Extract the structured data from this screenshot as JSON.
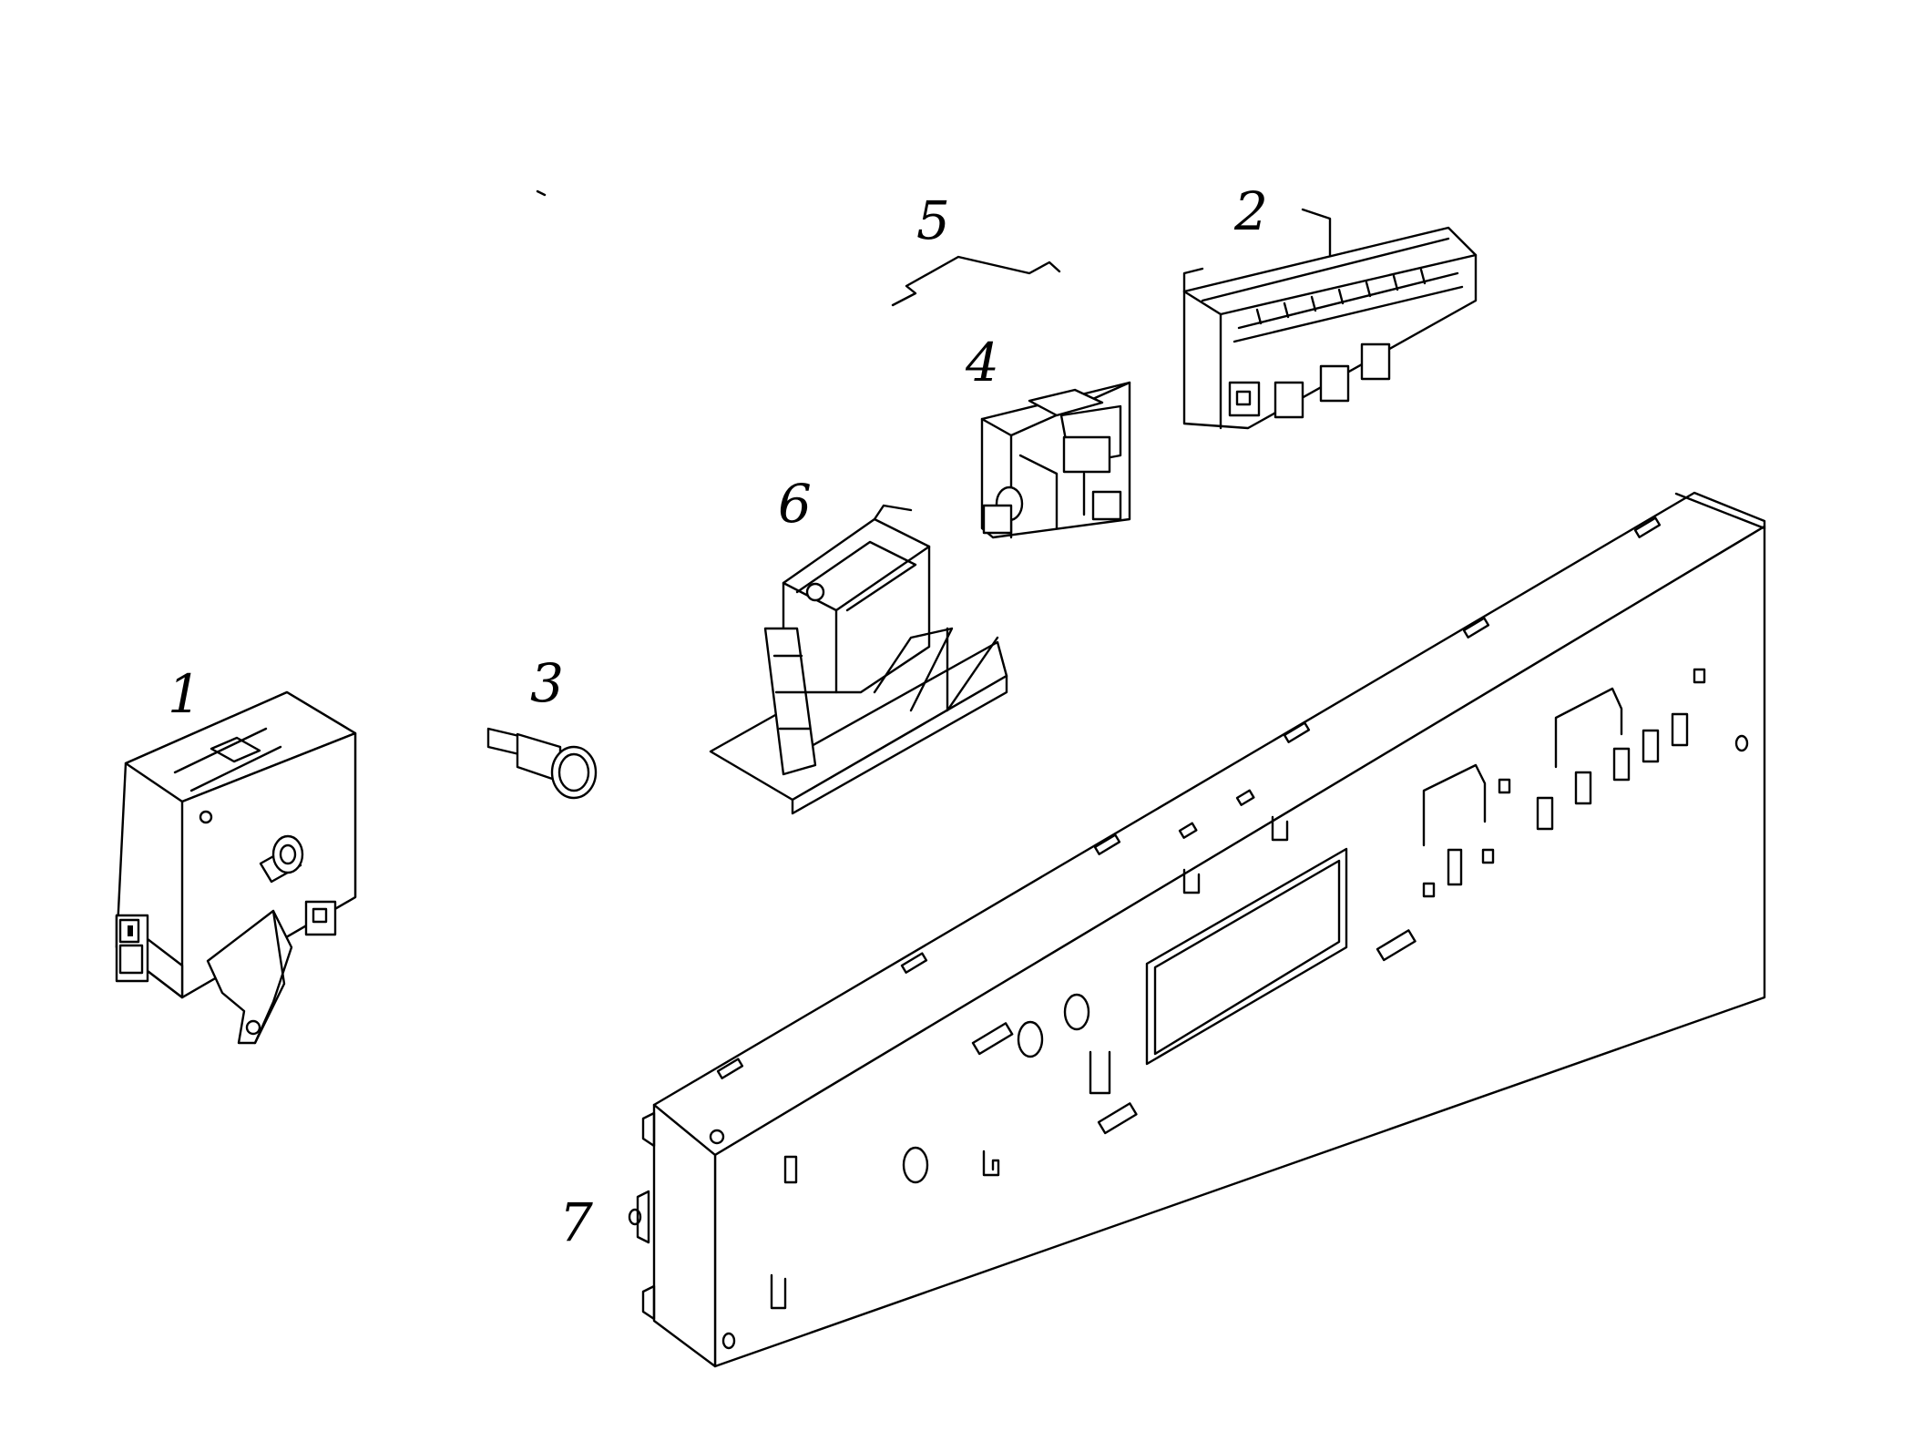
{
  "parts": [
    {
      "id": "part-1",
      "label": "1"
    },
    {
      "id": "part-2",
      "label": "2"
    },
    {
      "id": "part-3",
      "label": "3"
    },
    {
      "id": "part-4",
      "label": "4"
    },
    {
      "id": "part-5",
      "label": "5"
    },
    {
      "id": "part-6",
      "label": "6"
    },
    {
      "id": "part-7",
      "label": "7"
    }
  ]
}
